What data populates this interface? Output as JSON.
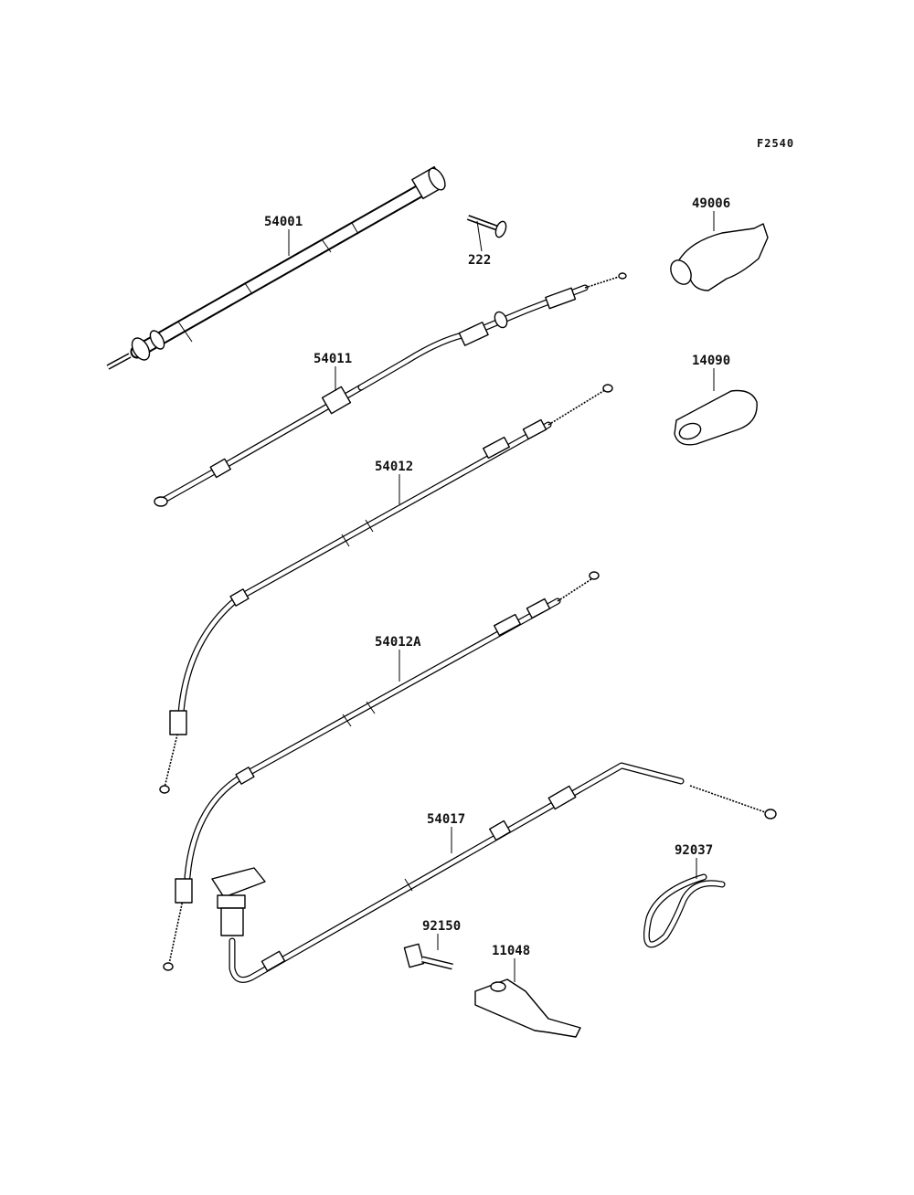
{
  "figure_id": "F2540",
  "parts": [
    {
      "id": "p-54001",
      "number": "54001"
    },
    {
      "id": "p-222",
      "number": "222"
    },
    {
      "id": "p-49006",
      "number": "49006"
    },
    {
      "id": "p-54011",
      "number": "54011"
    },
    {
      "id": "p-14090",
      "number": "14090"
    },
    {
      "id": "p-54012",
      "number": "54012"
    },
    {
      "id": "p-54012A",
      "number": "54012A"
    },
    {
      "id": "p-54017",
      "number": "54017"
    },
    {
      "id": "p-92037",
      "number": "92037"
    },
    {
      "id": "p-92150",
      "number": "92150"
    },
    {
      "id": "p-11048",
      "number": "11048"
    }
  ]
}
